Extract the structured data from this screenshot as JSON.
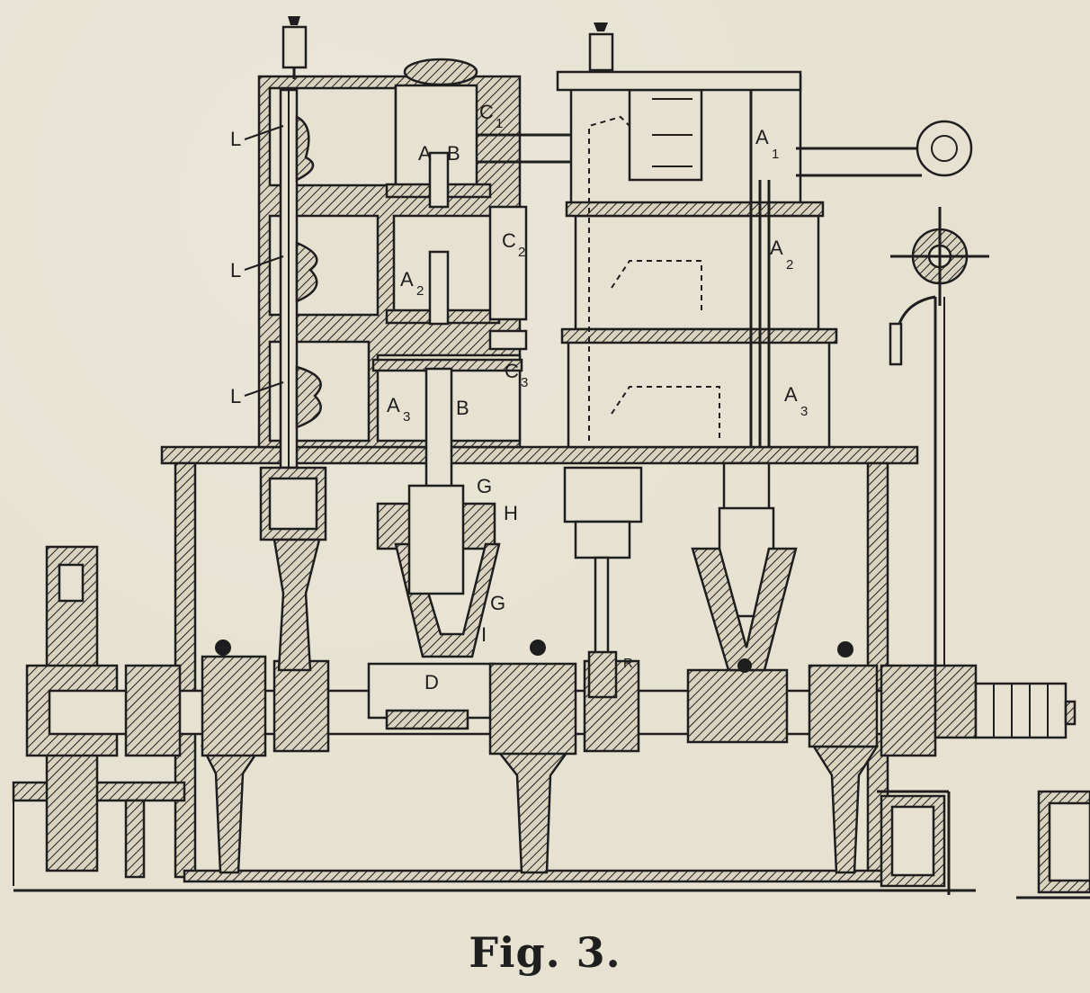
{
  "figure": {
    "caption": "Fig. 3.",
    "labels": {
      "L1": "L",
      "L2": "L",
      "L3": "L",
      "A": "A",
      "B_top": "B",
      "C1": "C",
      "C1_sub": "1",
      "C2": "C",
      "C2_sub": "2",
      "C3": "C",
      "C3_sub": "3",
      "A2_left": "A",
      "A2_left_sub": "2",
      "A3_left": "A",
      "A3_left_sub": "3",
      "B_low": "B",
      "G_top": "G",
      "H": "H",
      "G_low": "G",
      "I": "I",
      "D": "D",
      "R": "R",
      "A1_right": "A",
      "A1_right_sub": "1",
      "A2_right": "A",
      "A2_right_sub": "2",
      "A3_right": "A",
      "A3_right_sub": "3"
    }
  }
}
